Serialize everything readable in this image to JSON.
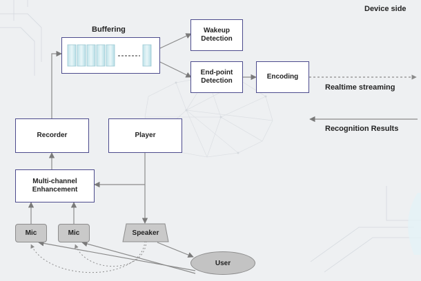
{
  "diagram": {
    "header_label": "Device side",
    "buffering": {
      "title": "Buffering"
    },
    "nodes": {
      "wakeup": "Wakeup\nDetection",
      "endpoint": "End-point\nDetection",
      "encoding": "Encoding",
      "recorder": "Recorder",
      "player": "Player",
      "enhancement": "Multi-channel\nEnhancement",
      "mic1": "Mic",
      "mic2": "Mic",
      "speaker": "Speaker",
      "user": "User"
    },
    "streams": {
      "outgoing": "Realtime streaming",
      "incoming": "Recognition Results"
    }
  }
}
